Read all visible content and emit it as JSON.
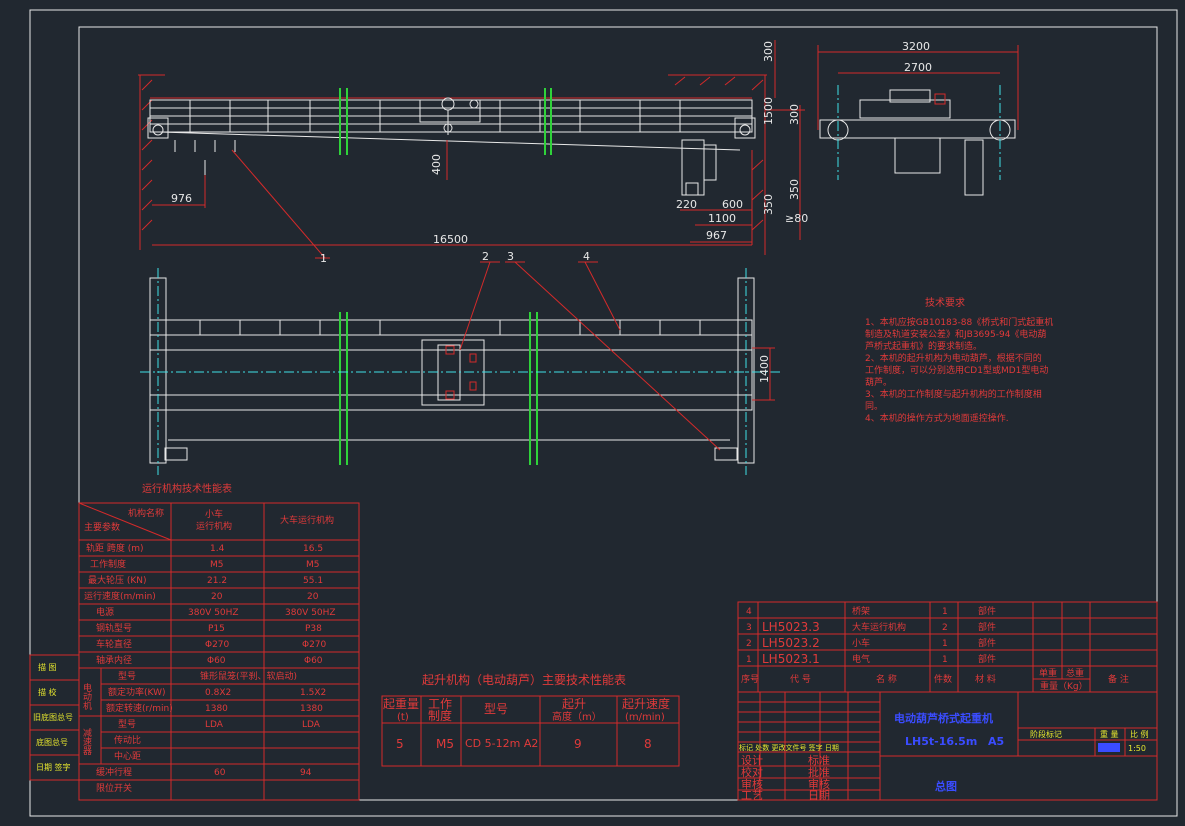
{
  "dims": {
    "d976": "976",
    "d16500": "16500",
    "d400": "400",
    "d300a": "300",
    "d1500": "1500",
    "d300b": "300",
    "d350a": "350",
    "d220": "220",
    "d600": "600",
    "d1100": "1100",
    "d967": "967",
    "d350b": "350",
    "d80": "≥80",
    "d3200": "3200",
    "d2700": "2700",
    "d1400": "1400"
  },
  "callouts": [
    "1",
    "2",
    "3",
    "4"
  ],
  "tech": {
    "title": "技术要求",
    "lines": [
      "1、本机应按GB10183-88《桥式和门式起重机",
      "制造及轨道安装公差》和JB3695-94《电动葫",
      "芦桥式起重机》的要求制造。",
      "2、本机的起升机构为电动葫芦，根据不同的",
      "工作制度，可以分别选用CD1型或MD1型电动",
      "葫芦。",
      "3、本机的工作制度与起升机构的工作制度相",
      "同。",
      "4、本机的操作方式为地面遥控操作."
    ]
  },
  "run_table": {
    "title": "运行机构技术性能表",
    "h_mech": "机构名称",
    "h_param": "主要参数",
    "h_trolley": [
      "小车",
      "运行机构"
    ],
    "h_bridge": "大车运行机构",
    "rows": [
      {
        "label": "轨距 跨度 (m)",
        "a": "1.4",
        "b": "16.5"
      },
      {
        "label": "工作制度",
        "a": "M5",
        "b": "M5"
      },
      {
        "label": "最大轮压 (KN)",
        "a": "21.2",
        "b": "55.1"
      },
      {
        "label": "运行速度(m/min)",
        "a": "20",
        "b": "20"
      },
      {
        "label": "电源",
        "a": "380V 50HZ",
        "b": "380V 50HZ"
      },
      {
        "label": "钢轨型号",
        "a": "P15",
        "b": "P38"
      },
      {
        "label": "车轮直径",
        "a": "Φ270",
        "b": "Φ270"
      },
      {
        "label": "轴承内径",
        "a": "Φ60",
        "b": "Φ60"
      }
    ],
    "motor": {
      "group": "电动机",
      "type_l": "型号",
      "type_v": "锥形鼠笼(平刹、软启动)",
      "power_l": "额定功率(KW)",
      "power_a": "0.8X2",
      "power_b": "1.5X2",
      "speed_l": "额定转速(r/min)",
      "speed_a": "1380",
      "speed_b": "1380"
    },
    "reducer": {
      "group": "减速器",
      "type_l": "型号",
      "type_a": "LDA",
      "type_b": "LDA",
      "ratio_l": "传动比",
      "center_l": "中心距"
    },
    "buffer": {
      "label": "缓冲行程",
      "a": "60",
      "b": "94"
    },
    "limit": {
      "label": "限位开关"
    }
  },
  "left_strip": [
    "描 图",
    "描 校",
    "旧底图总号",
    "底图总号",
    "日期 签字"
  ],
  "hoist_table": {
    "title": "起升机构（电动葫芦）主要技术性能表",
    "headers": [
      [
        "起重量",
        "(t)"
      ],
      [
        "工作",
        "制度"
      ],
      [
        "型号"
      ],
      [
        "起升",
        "高度（m）"
      ],
      [
        "起升速度",
        "(m/min)"
      ]
    ],
    "values": [
      "5",
      "M5",
      "CD 5-12m A2",
      "9",
      "8"
    ]
  },
  "parts": {
    "rows": [
      {
        "no": "4",
        "code": "",
        "name": "桥架",
        "qty": "1",
        "mat": "部件"
      },
      {
        "no": "3",
        "code": "LH5023.3",
        "name": "大车运行机构",
        "qty": "2",
        "mat": "部件"
      },
      {
        "no": "2",
        "code": "LH5023.2",
        "name": "小车",
        "qty": "1",
        "mat": "部件"
      },
      {
        "no": "1",
        "code": "LH5023.1",
        "name": "电气",
        "qty": "1",
        "mat": "部件"
      }
    ],
    "header": {
      "no": "序号",
      "code": "代 号",
      "name": "名 称",
      "qty": "件数",
      "mat": "材 料",
      "single": "单重",
      "total": "总重",
      "weight": "重量（Kg）",
      "remark": "备 注"
    }
  },
  "title_block": {
    "rev_header": "标记 处数 更改文件号 签字 日期",
    "roles": [
      "设计",
      "校对",
      "审核",
      "工艺"
    ],
    "roles2": [
      "标准",
      "批准",
      "审核",
      "日期"
    ],
    "name": "电动葫芦桥式起重机",
    "model": "LH5t-16.5m",
    "grade": "A5",
    "sheet": "总图",
    "stage": "阶段标记",
    "weight_h": "重 量",
    "scale_h": "比 例",
    "scale": "1:50"
  }
}
